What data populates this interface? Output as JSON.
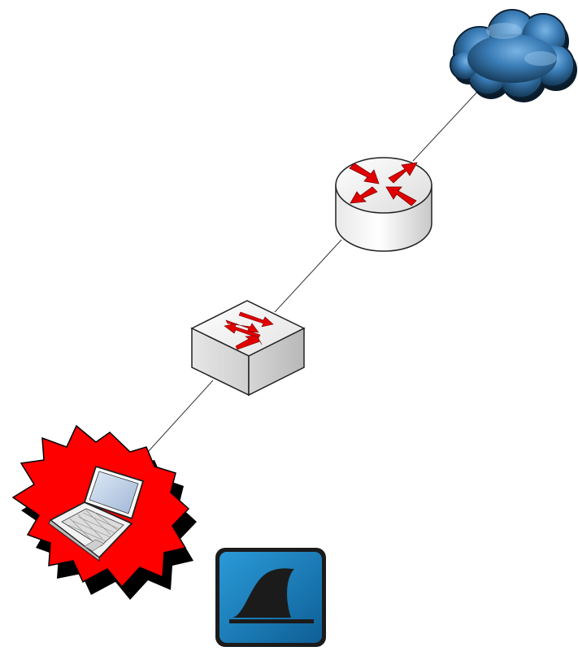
{
  "diagram": {
    "nodes": [
      {
        "id": "internet",
        "icon": "cloud-icon"
      },
      {
        "id": "router",
        "icon": "router-icon"
      },
      {
        "id": "switch",
        "icon": "switch-icon"
      },
      {
        "id": "laptop",
        "icon": "laptop-icon",
        "highlight": "red-starburst"
      },
      {
        "id": "wireshark",
        "icon": "wireshark-fin-icon"
      }
    ],
    "links": [
      {
        "from": "internet",
        "to": "router"
      },
      {
        "from": "router",
        "to": "switch"
      },
      {
        "from": "switch",
        "to": "laptop"
      }
    ],
    "colors": {
      "cloud": "#2f6fa8",
      "router_arrows": "#e00000",
      "switch_arrows": "#e00000",
      "starburst": "#ff0000",
      "wireshark_blue": "#1a7fc0"
    }
  }
}
